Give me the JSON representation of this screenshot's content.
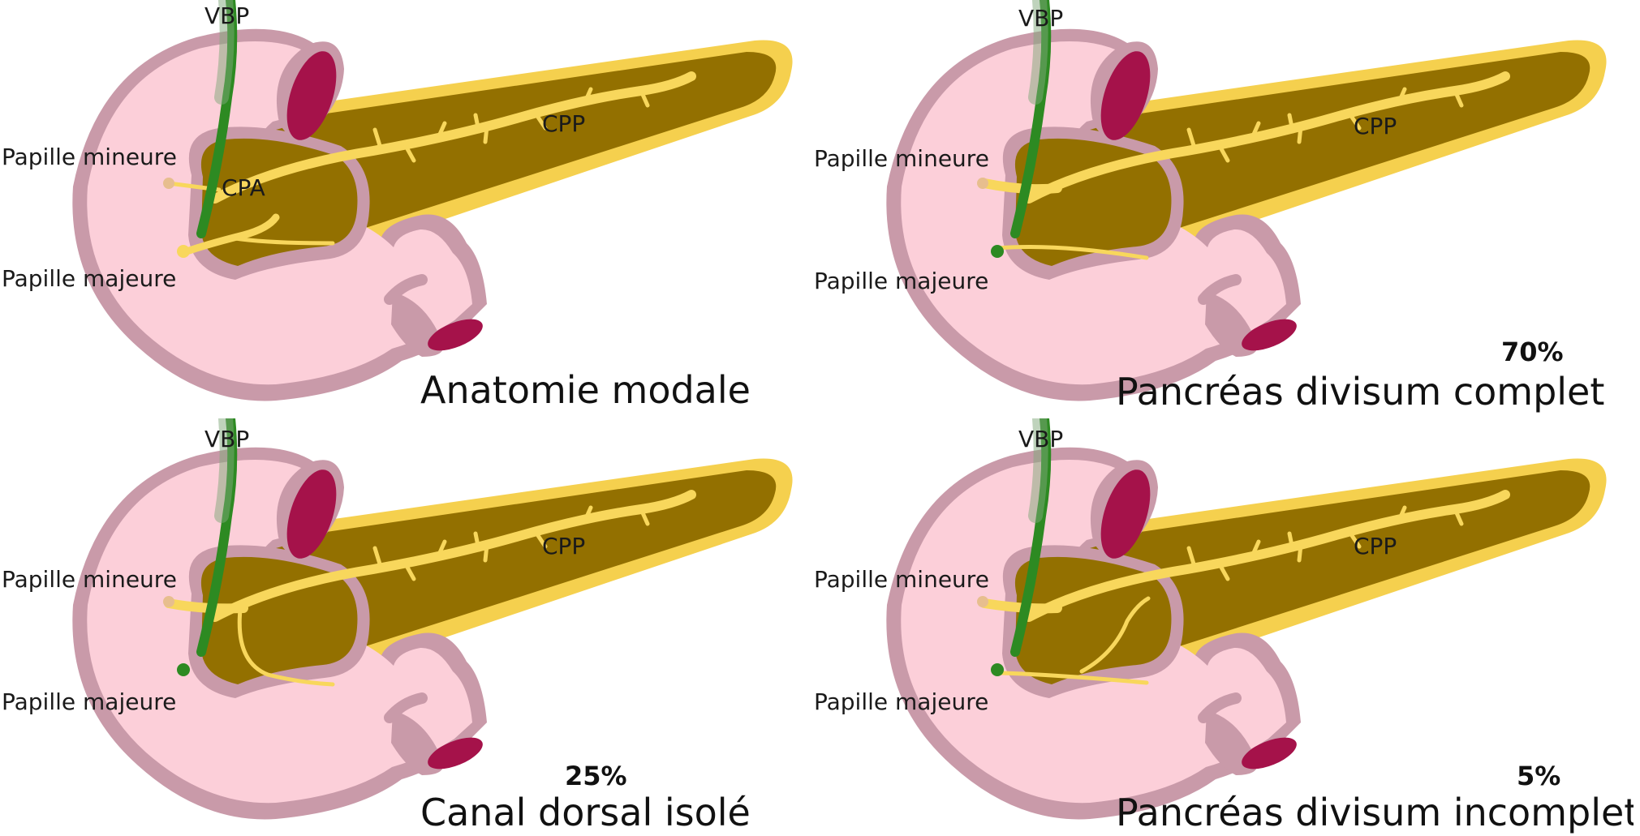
{
  "panels": [
    {
      "id": "modal",
      "title": "Anatomie modale",
      "percent": "",
      "labels": {
        "vbp": "VBP",
        "cpp": "CPP",
        "cpa": "CPA",
        "minor": "Papille mineure",
        "major": "Papille majeure"
      }
    },
    {
      "id": "divisum-complete",
      "title": "Pancréas divisum complet",
      "percent": "70%",
      "labels": {
        "vbp": "VBP",
        "cpp": "CPP",
        "minor": "Papille mineure",
        "major": "Papille majeure"
      }
    },
    {
      "id": "dorsal-isolated",
      "title": "Canal dorsal isolé",
      "percent": "25%",
      "labels": {
        "vbp": "VBP",
        "cpp": "CPP",
        "minor": "Papille mineure",
        "major": "Papille majeure"
      }
    },
    {
      "id": "divisum-incomplete",
      "title": "Pancréas divisum incomplet",
      "percent": "5%",
      "labels": {
        "vbp": "VBP",
        "cpp": "CPP",
        "minor": "Papille mineure",
        "major": "Papille majeure"
      }
    }
  ],
  "colors": {
    "duodenum_fill": "#fccfd9",
    "duodenum_wall": "#c99aa9",
    "lumen": "#a5124a",
    "pancreas_fill": "#937000",
    "pancreas_rim": "#f5d04e",
    "duct": "#f8d75c",
    "bile_duct": "#2d8a22",
    "papilla": "#e7be8e"
  }
}
